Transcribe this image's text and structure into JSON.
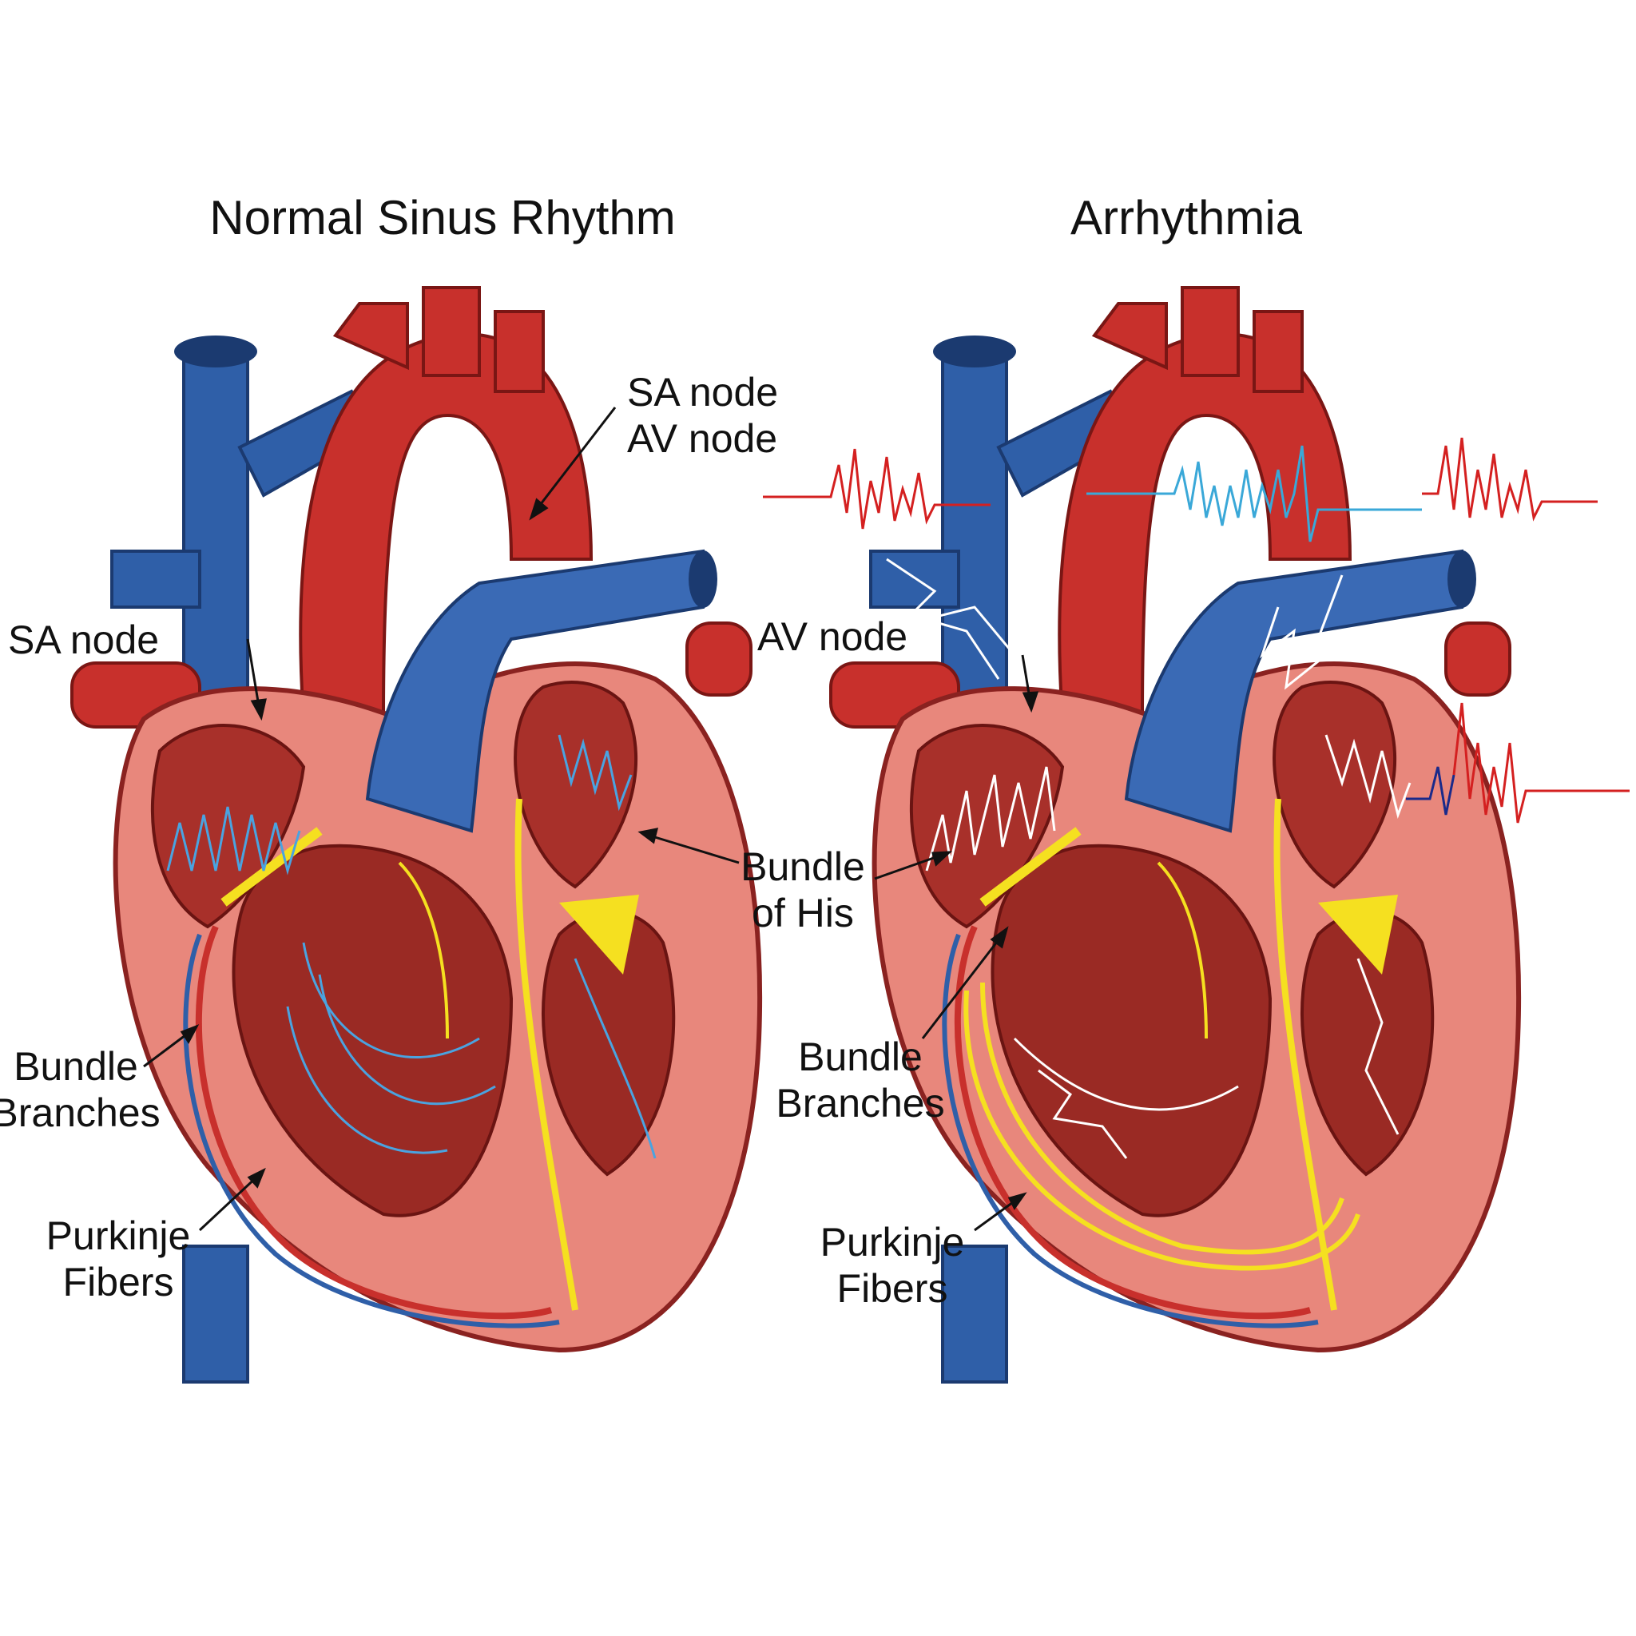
{
  "panels": [
    {
      "title": "Normal Sinus Rhythm",
      "labels": {
        "sa_av_top": [
          "SA node",
          "AV node"
        ],
        "sa_node": "SA node",
        "bundle_of_his": [
          "Bundle",
          "of His"
        ],
        "bundle_branches": [
          "Bundle",
          "Branches"
        ],
        "purkinje": [
          "Purkinje",
          "Fibers"
        ]
      },
      "signal_color": "#4aa3e0"
    },
    {
      "title": "Arrhythmia",
      "labels": {
        "av_node": "AV node",
        "bundle_branches": [
          "Bundle",
          "Branches"
        ],
        "purkinje": [
          "Purkinje",
          "Fibers"
        ]
      },
      "signal_color": "#ffffff",
      "ecg_colors": [
        "#d42020",
        "#3aa8d8",
        "#1a2a8a"
      ]
    }
  ],
  "colors": {
    "artery": "#c8302c",
    "vein": "#2f5fa8",
    "myocardium": "#e8877c",
    "conduction": "#f5e020"
  }
}
